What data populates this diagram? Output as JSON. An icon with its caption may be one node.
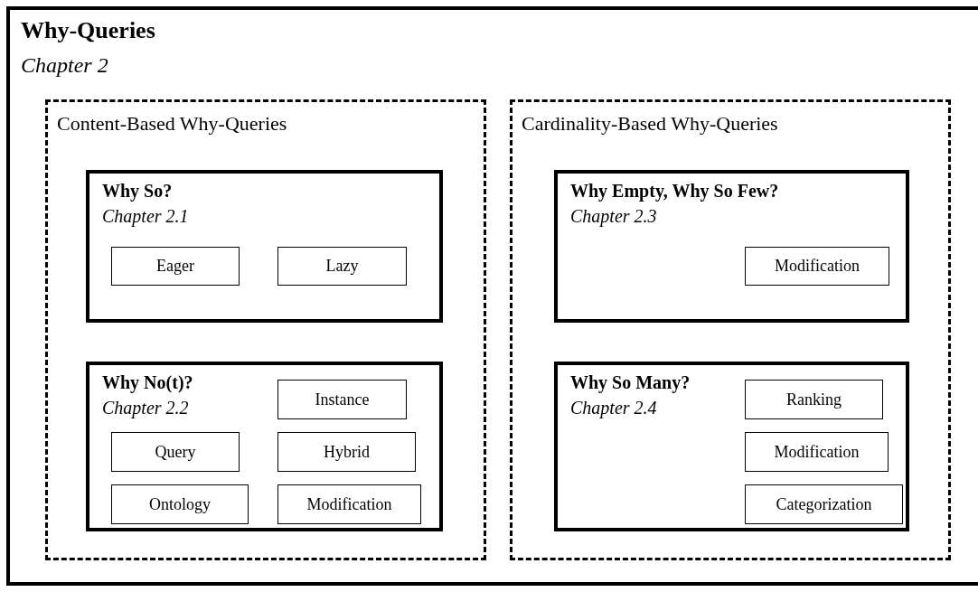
{
  "diagram": {
    "nodes": [
      {
        "text": [
          "Why-Queries",
          "Chapter 2"
        ]
      },
      {
        "text": [
          "Content-Based Why-Queries"
        ],
        "in": 0
      },
      {
        "text": [
          "Why So?",
          "Chapter 2.1"
        ],
        "in": 1
      },
      {
        "text": [
          "Eager"
        ],
        "in": 2
      },
      {
        "text": [
          "Lazy"
        ],
        "in": 2
      },
      {
        "text": [
          "Why No(t)?",
          "Chapter 2.2"
        ],
        "in": 1
      },
      {
        "text": [
          "Instance"
        ],
        "in": 5
      },
      {
        "text": [
          "Query"
        ],
        "in": 5
      },
      {
        "text": [
          "Hybrid"
        ],
        "in": 5
      },
      {
        "text": [
          "Ontology"
        ],
        "in": 5
      },
      {
        "text": [
          "Modification"
        ],
        "in": 5
      },
      {
        "text": [
          "Cardinality-Based Why-Queries"
        ],
        "in": 0
      },
      {
        "text": [
          "Why Empty, Why So Few?",
          "Chapter 2.3"
        ],
        "in": 11
      },
      {
        "text": [
          "Modification"
        ],
        "in": 12
      },
      {
        "text": [
          "Why So Many?",
          "Chapter 2.4"
        ],
        "in": 11
      },
      {
        "text": [
          "Ranking"
        ],
        "in": 14
      },
      {
        "text": [
          "Modification"
        ],
        "in": 14
      },
      {
        "text": [
          "Categorization"
        ],
        "in": 14
      }
    ],
    "edges": []
  }
}
